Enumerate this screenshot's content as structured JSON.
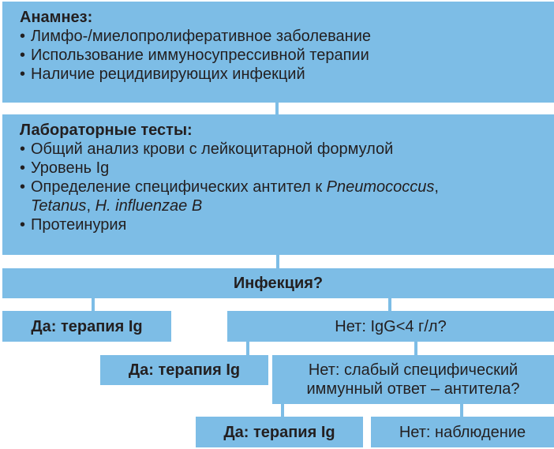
{
  "history": {
    "title": "Анамнез:",
    "items": [
      "Лимфо-/миелопролиферативное заболевание",
      "Использование иммуносупрессивной терапии",
      "Наличие рецидивирующих инфекций"
    ]
  },
  "labs": {
    "title": "Лабораторные тесты:",
    "item1": "Общий анализ крови с лейкоцитарной формулой",
    "item2": "Уровень Ig",
    "item3_text": "Определение специфических антител к ",
    "item3_pneumo": "Pneumococcus",
    "item3_sep1": ",",
    "item3_tetanus": "Tetanus",
    "item3_sep2": ", ",
    "item3_hib": "H. influenzae B",
    "item4": "Протеинурия"
  },
  "infection": "Инфекция?",
  "yes1": "Да: терапия Ig",
  "no1": "Нет: IgG<4 г/л?",
  "yes2": "Да: терапия Ig",
  "no2_line1": "Нет: слабый специфический",
  "no2_line2": "иммунный ответ – антитела?",
  "yes3": "Да: терапия Ig",
  "no3": "Нет: наблюдение",
  "colors": {
    "box": "#7dbde6",
    "text": "#231f20"
  }
}
